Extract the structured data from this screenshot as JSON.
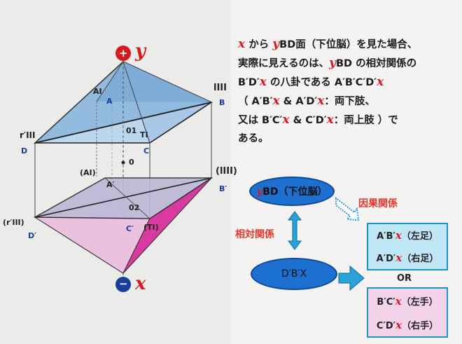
{
  "paragraph": [
    [
      "",
      "x",
      " から ",
      "y",
      "BD面（下位脳）を見た場合、"
    ],
    [
      "実際に見えるのは、",
      "y",
      "BD の相対関係の"
    ],
    [
      "B′D′",
      "x",
      " の八卦である A′B′C′D′",
      "x",
      ""
    ],
    [
      "（ A′B′",
      "x",
      " & A′D′",
      "x",
      "：両下肢、"
    ],
    [
      "又は B′C′",
      "x",
      " & C′D′",
      "x",
      "：両上肢 ）で"
    ],
    [
      "ある。"
    ]
  ],
  "diagram": {
    "top_ellipse": {
      "var": "y",
      "text": "BD（下位脳）"
    },
    "bottom_ellipse": {
      "text": "D′B′X"
    },
    "relative_label": "相対関係",
    "causal_label": "因果関係",
    "or_label": "OR",
    "lower_limbs": [
      {
        "pre": "A′B′",
        "var": "x",
        "post": "（左足）"
      },
      {
        "pre": "A′D′",
        "var": "x",
        "post": "（右足）"
      }
    ],
    "upper_limbs": [
      {
        "pre": "B′C′",
        "var": "x",
        "post": "（左手）"
      },
      {
        "pre": "C′D′",
        "var": "x",
        "post": "（右手）"
      }
    ]
  },
  "geometry_labels": {
    "plus": "+",
    "y": "y",
    "minus": "−",
    "x": "x",
    "AI": "AI",
    "A": "A",
    "lIII": "lIII",
    "B": "B",
    "rIII": "r′III",
    "D": "D",
    "O1": "01",
    "TI": "TI",
    "C": "C",
    "O": "0",
    "AI_paren": "(AI)",
    "A_prime": "A′",
    "lIII_paren": "(lIII)",
    "B_prime": "B′",
    "O2": "02",
    "rIII_paren": "(r′III)",
    "D_prime": "D′",
    "C_prime": "C′",
    "TI_paren": "(TI)"
  },
  "colors": {
    "top_face": "#8fb9df",
    "bottom_face": "#e7a8d6",
    "bottom_magenta": "#d93aa0",
    "accent_red": "#d71920",
    "ellipse_blue": "#1d6fd0",
    "box_border": "#1f93c9",
    "box_lower": "#bfe6f5",
    "box_upper": "#f3d3ea",
    "arrow_blue": "#2aa1d8"
  }
}
